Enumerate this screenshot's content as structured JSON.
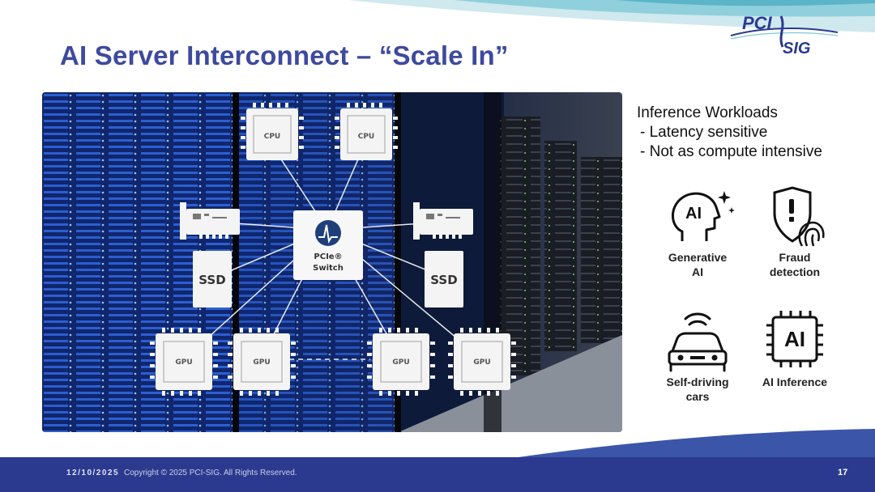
{
  "slide": {
    "title": "AI Server Interconnect – “Scale In”"
  },
  "logo": {
    "line1": "PCI",
    "line2": "SIG"
  },
  "diagram": {
    "cpu_label": "CPU",
    "gpu_label": "GPU",
    "ssd_label": "SSD",
    "switch_line1": "PCIe®",
    "switch_line2": "Switch"
  },
  "workloads": {
    "heading": "Inference Workloads",
    "bullets": [
      "- Latency sensitive",
      "- Not as compute intensive"
    ]
  },
  "tiles": [
    {
      "icon": "ai-head-icon",
      "label_line1": "Generative",
      "label_line2": "AI",
      "icon_text": "AI"
    },
    {
      "icon": "fraud-shield-icon",
      "label_line1": "Fraud",
      "label_line2": "detection"
    },
    {
      "icon": "self-driving-car-icon",
      "label_line1": "Self-driving",
      "label_line2": "cars"
    },
    {
      "icon": "ai-chip-icon",
      "label_line1": "AI Inference",
      "label_line2": "",
      "icon_text": "AI"
    }
  ],
  "footer": {
    "date": "12/10/2025",
    "copyright": "Copyright © 2025 PCI-SIG. All Rights Reserved.",
    "page": "17"
  },
  "colors": {
    "title": "#3d4a9e",
    "footer_band": "#2b3a8f",
    "accent_teal": "#7fc8d6"
  }
}
